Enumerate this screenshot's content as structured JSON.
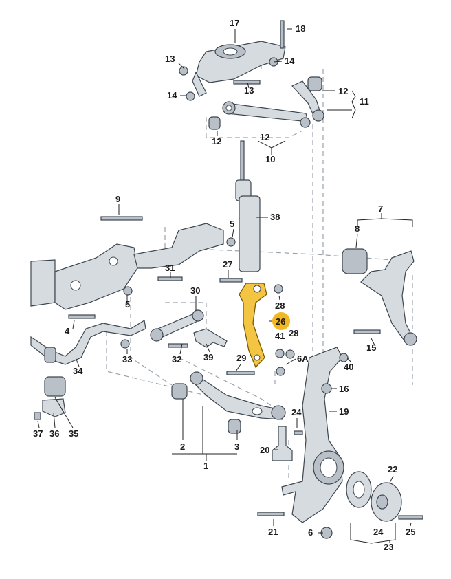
{
  "callouts": [
    {
      "id": "c1",
      "text": "1"
    },
    {
      "id": "c2",
      "text": "2"
    },
    {
      "id": "c3",
      "text": "3"
    },
    {
      "id": "c4",
      "text": "4"
    },
    {
      "id": "c5a",
      "text": "5"
    },
    {
      "id": "c5b",
      "text": "5"
    },
    {
      "id": "c6",
      "text": "6"
    },
    {
      "id": "c6a",
      "text": "6A"
    },
    {
      "id": "c7",
      "text": "7"
    },
    {
      "id": "c8",
      "text": "8"
    },
    {
      "id": "c9",
      "text": "9"
    },
    {
      "id": "c10",
      "text": "10"
    },
    {
      "id": "c11",
      "text": "11"
    },
    {
      "id": "c12a",
      "text": "12"
    },
    {
      "id": "c12b",
      "text": "12"
    },
    {
      "id": "c12c",
      "text": "12"
    },
    {
      "id": "c13a",
      "text": "13"
    },
    {
      "id": "c13b",
      "text": "13"
    },
    {
      "id": "c14a",
      "text": "14"
    },
    {
      "id": "c14b",
      "text": "14"
    },
    {
      "id": "c15",
      "text": "15"
    },
    {
      "id": "c16",
      "text": "16"
    },
    {
      "id": "c17",
      "text": "17"
    },
    {
      "id": "c18",
      "text": "18"
    },
    {
      "id": "c19",
      "text": "19"
    },
    {
      "id": "c20",
      "text": "20"
    },
    {
      "id": "c21",
      "text": "21"
    },
    {
      "id": "c22",
      "text": "22"
    },
    {
      "id": "c23",
      "text": "23"
    },
    {
      "id": "c24a",
      "text": "24"
    },
    {
      "id": "c24b",
      "text": "24"
    },
    {
      "id": "c25",
      "text": "25"
    },
    {
      "id": "c26",
      "text": "26",
      "highlighted": true
    },
    {
      "id": "c27",
      "text": "27"
    },
    {
      "id": "c28a",
      "text": "28"
    },
    {
      "id": "c28b",
      "text": "28"
    },
    {
      "id": "c29",
      "text": "29"
    },
    {
      "id": "c30",
      "text": "30"
    },
    {
      "id": "c31",
      "text": "31"
    },
    {
      "id": "c32",
      "text": "32"
    },
    {
      "id": "c33",
      "text": "33"
    },
    {
      "id": "c34",
      "text": "34"
    },
    {
      "id": "c35",
      "text": "35"
    },
    {
      "id": "c36",
      "text": "36"
    },
    {
      "id": "c37",
      "text": "37"
    },
    {
      "id": "c38",
      "text": "38"
    },
    {
      "id": "c39",
      "text": "39"
    },
    {
      "id": "c40",
      "text": "40"
    },
    {
      "id": "c41",
      "text": "41"
    }
  ],
  "colors": {
    "highlight": "#f4c542",
    "part": "#d6dbe0",
    "outline": "#3d4650"
  }
}
